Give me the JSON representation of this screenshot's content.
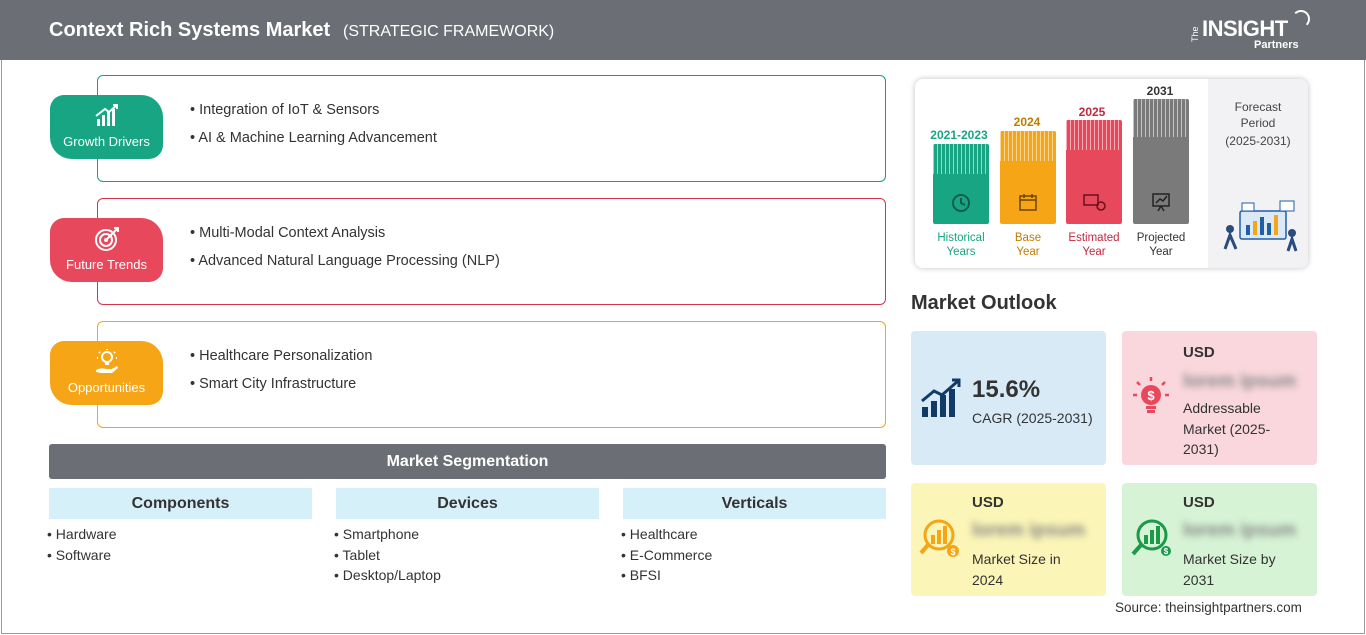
{
  "header": {
    "title": "Context Rich Systems Market",
    "subtitle": "(STRATEGIC FRAMEWORK)",
    "logo": {
      "the": "The",
      "insight": "INSIGHT",
      "partners": "Partners"
    }
  },
  "framework": [
    {
      "label": "Growth Drivers",
      "icon": "growth-chart-icon",
      "color": "#18a583",
      "items": [
        "Integration of IoT & Sensors",
        "AI & Machine Learning Advancement"
      ]
    },
    {
      "label": "Future Trends",
      "icon": "target-icon",
      "color": "#e8485c",
      "items": [
        "Multi-Modal Context Analysis",
        "Advanced Natural Language Processing (NLP)"
      ]
    },
    {
      "label": "Opportunities",
      "icon": "lightbulb-hand-icon",
      "color": "#f5a516",
      "items": [
        "Healthcare Personalization",
        "Smart City Infrastructure"
      ]
    }
  ],
  "segmentation": {
    "title": "Market Segmentation",
    "columns": [
      {
        "heading": "Components",
        "items": [
          "Hardware",
          "Software"
        ]
      },
      {
        "heading": "Devices",
        "items": [
          "Smartphone",
          "Tablet",
          "Desktop/Laptop"
        ]
      },
      {
        "heading": "Verticals",
        "items": [
          "Healthcare",
          "E-Commerce",
          "BFSI"
        ]
      }
    ]
  },
  "timeline": {
    "bars": [
      {
        "year": "2021-2023",
        "label_line1": "Historical",
        "label_line2": "Years",
        "color": "#18a583",
        "icon": "history-icon"
      },
      {
        "year": "2024",
        "label_line1": "Base",
        "label_line2": "Year",
        "color": "#f5a516",
        "icon": "calendar-icon"
      },
      {
        "year": "2025",
        "label_line1": "Estimated",
        "label_line2": "Year",
        "color": "#e8485c",
        "icon": "estimate-icon"
      },
      {
        "year": "2031",
        "label_line1": "Projected",
        "label_line2": "Year",
        "color": "#7a7a7a",
        "icon": "projection-icon"
      }
    ],
    "forecast": {
      "line1": "Forecast",
      "line2": "Period",
      "line3": "(2025-2031)"
    }
  },
  "outlook": {
    "title": "Market Outlook",
    "cagr": {
      "value": "15.6%",
      "label": "CAGR (2025-2031)"
    },
    "addressable": {
      "currency": "USD",
      "value": "lorem ipsum",
      "label": "Addressable Market (2025-2031)"
    },
    "size_2024": {
      "currency": "USD",
      "value": "lorem ipsum",
      "label": "Market Size in 2024"
    },
    "size_2031": {
      "currency": "USD",
      "value": "lorem ipsum",
      "label": "Market Size by 2031"
    }
  },
  "source": "Source: theinsightpartners.com",
  "colors": {
    "header": "#6b6e74",
    "green": "#18a583",
    "red": "#e8485c",
    "orange": "#f5a516",
    "navy": "#123a66"
  }
}
